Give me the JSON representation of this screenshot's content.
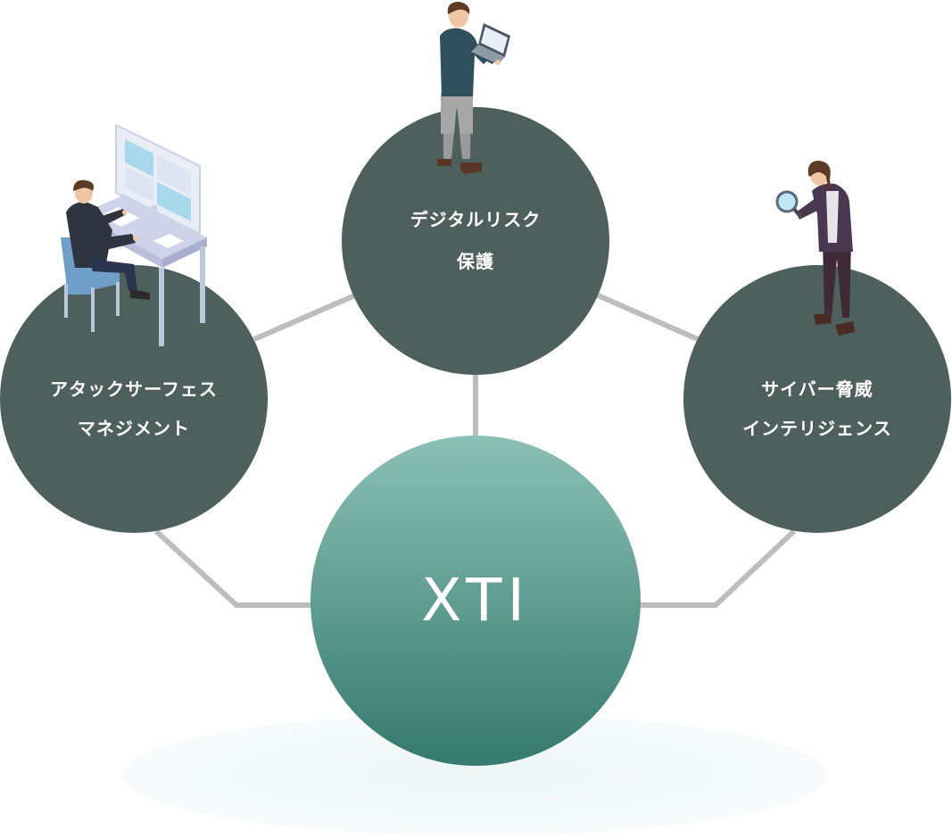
{
  "colors": {
    "node_fill": "#4e605b",
    "connector": "#bdbdbd",
    "center_gradient_top": "#8bc0b6",
    "center_gradient_bottom": "#357a6d",
    "shadow": "#f2f8f8",
    "center_text": "#ffffff",
    "node_text": "#ffffff"
  },
  "center": {
    "label": "XTI"
  },
  "nodes": {
    "top": {
      "line1": "デジタルリスク",
      "line2": "保護",
      "figure_icon": "person-with-laptop-icon"
    },
    "left": {
      "line1": "アタックサーフェス",
      "line2": "マネジメント",
      "figure_icon": "person-at-desk-icon"
    },
    "right": {
      "line1": "サイバー脅威",
      "line2": "インテリジェンス",
      "figure_icon": "person-with-magnifier-icon"
    }
  }
}
